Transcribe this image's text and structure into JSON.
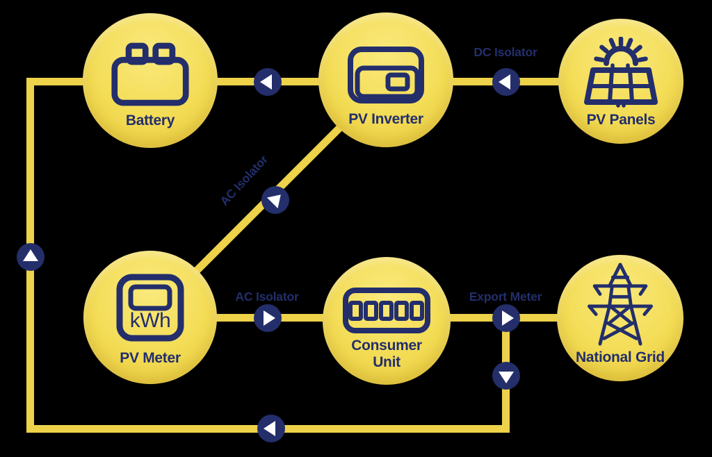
{
  "nodes": {
    "battery": {
      "label": "Battery"
    },
    "pv_inverter": {
      "label": "PV Inverter"
    },
    "pv_panels": {
      "label": "PV Panels"
    },
    "pv_meter": {
      "label": "PV Meter",
      "display": "kWh"
    },
    "consumer_unit": {
      "label": "Consumer\nUnit"
    },
    "national_grid": {
      "label": "National Grid"
    }
  },
  "connectors": {
    "dc_isolator": {
      "label": "DC Isolator"
    },
    "ac_isolator_inverter": {
      "label": "AC Isolator"
    },
    "ac_isolator_consumer": {
      "label": "AC Isolator"
    },
    "export_meter": {
      "label": "Export Meter"
    }
  },
  "colors": {
    "background": "#000000",
    "wire": "#EDD24A",
    "navy": "#232E6B",
    "circle_light": "#FAE97C",
    "circle_mid": "#F3DC55",
    "circle_dark": "#EACD40",
    "arrow_triangle": "#FFFFFF"
  }
}
